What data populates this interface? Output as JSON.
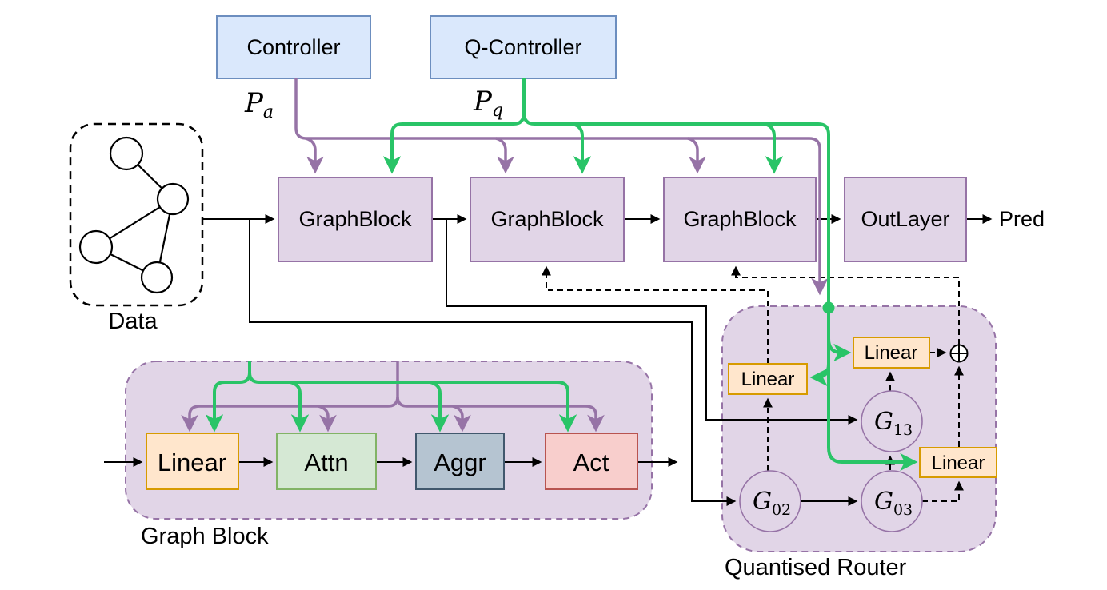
{
  "colors": {
    "accent_purple": "#9673a6",
    "accent_green": "#29c467",
    "box_fill_purple": "#e1d5e7",
    "box_fill_blue": "#dae8fc",
    "box_border_blue": "#6c8ebf",
    "box_fill_orange": "#ffe6cc",
    "box_border_orange": "#d79b00",
    "box_fill_green": "#d5e8d4",
    "box_border_green": "#82b366",
    "box_fill_slate": "#b5c4d1",
    "box_border_slate": "#41586d",
    "box_fill_red": "#f8cecc",
    "box_border_red": "#b85450",
    "line_black": "#000000"
  },
  "controllers": {
    "controller": "Controller",
    "q_controller": "Q-Controller",
    "p_a_base": "P",
    "p_a_sub": "a",
    "p_q_base": "P",
    "p_q_sub": "q"
  },
  "data_box": {
    "caption": "Data"
  },
  "pipeline": {
    "graphblock1": "GraphBlock",
    "graphblock2": "GraphBlock",
    "graphblock3": "GraphBlock",
    "outlayer": "OutLayer",
    "pred": "Pred"
  },
  "graph_block": {
    "caption": "Graph Block",
    "linear": "Linear",
    "attn": "Attn",
    "aggr": "Aggr",
    "act": "Act"
  },
  "router": {
    "caption": "Quantised Router",
    "linear_left": "Linear",
    "linear_top": "Linear",
    "linear_bottom": "Linear",
    "g02_base": "G",
    "g02_sub": "02",
    "g03_base": "G",
    "g03_sub": "03",
    "g13_base": "G",
    "g13_sub": "13",
    "sum_icon": "⊕"
  }
}
